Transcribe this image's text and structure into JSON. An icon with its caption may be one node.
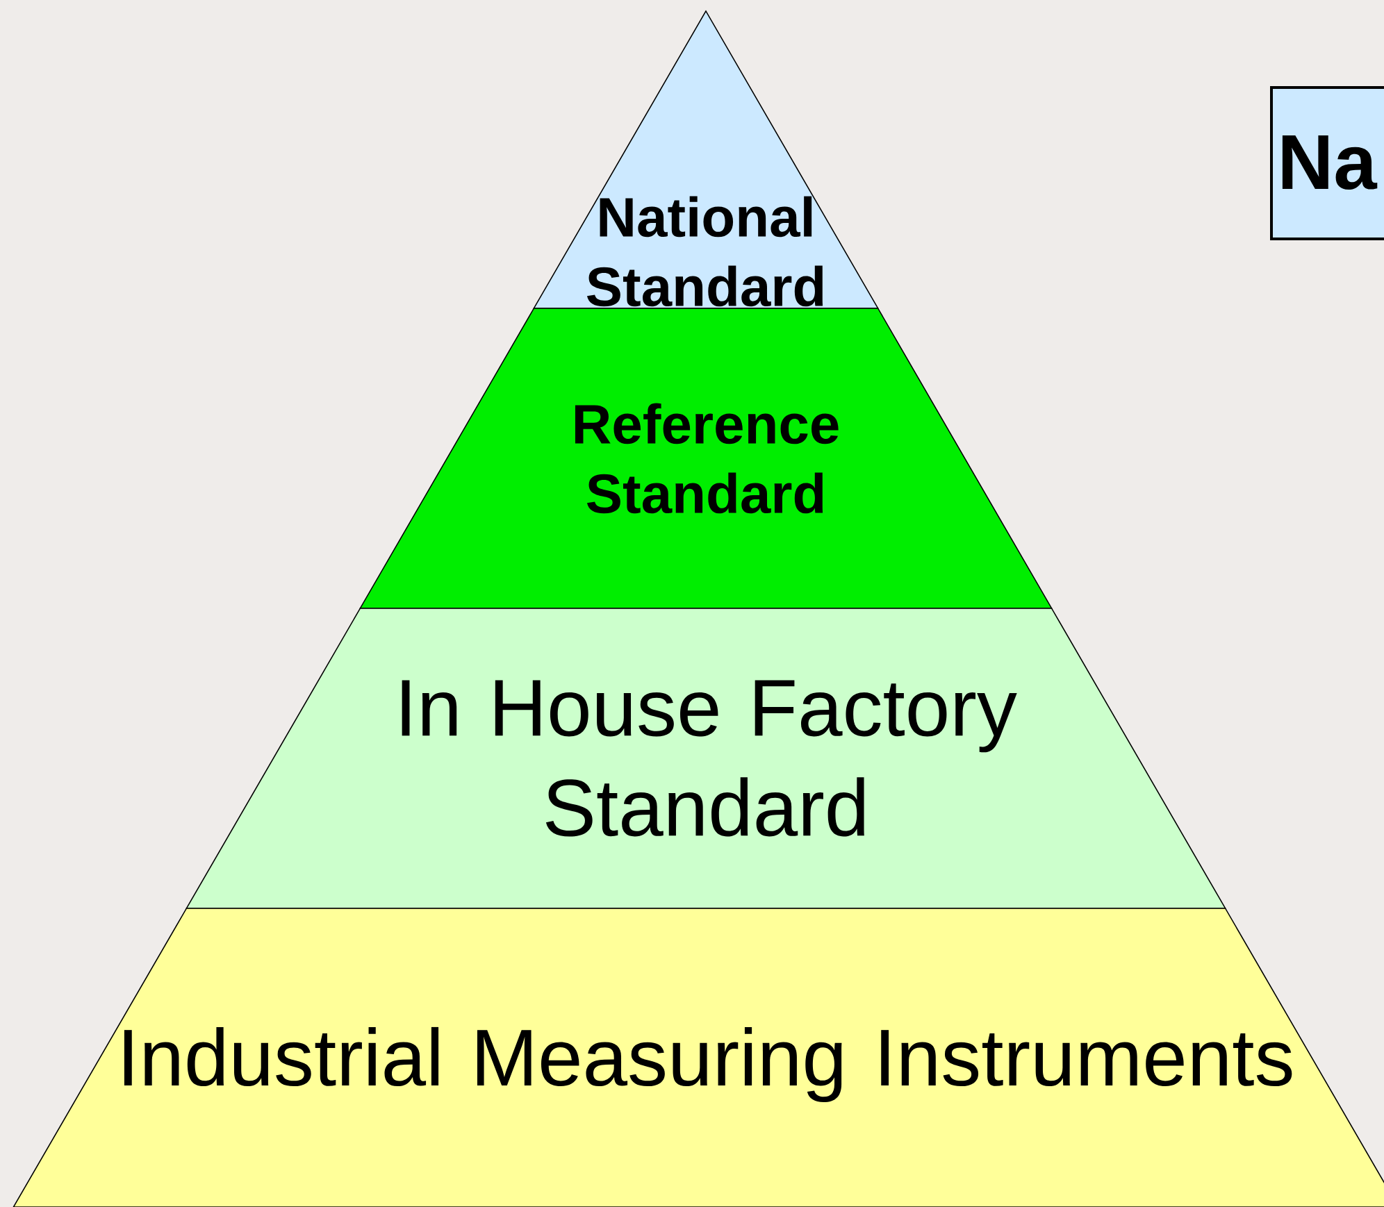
{
  "diagram": {
    "nodes": [
      {
        "text": [
          "National Standard"
        ]
      },
      {
        "text": [
          "Reference Standard"
        ]
      },
      {
        "text": [
          "In House Factory Standard"
        ]
      },
      {
        "text": [
          "Industrial Measuring Instruments"
        ]
      },
      {
        "text": [
          "Na"
        ]
      }
    ]
  }
}
